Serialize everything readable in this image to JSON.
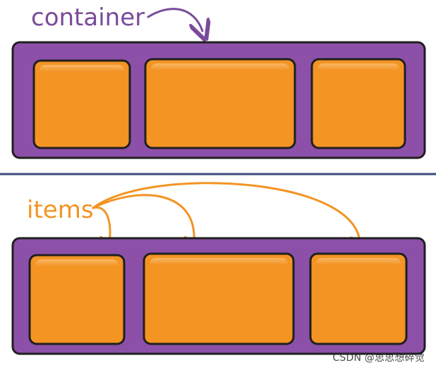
{
  "top_panel": {
    "label": "container"
  },
  "bottom_panel": {
    "label": "items"
  },
  "watermark": "CSDN @思思想碎觉",
  "colors": {
    "container_fill": "#8c50a8",
    "container_stroke": "#1f1f1f",
    "item_fill": "#f39423",
    "item_stroke": "#1f1f1f",
    "container_label": "#7a4a9a",
    "items_label": "#f39423",
    "divider": "#3a4a78"
  }
}
